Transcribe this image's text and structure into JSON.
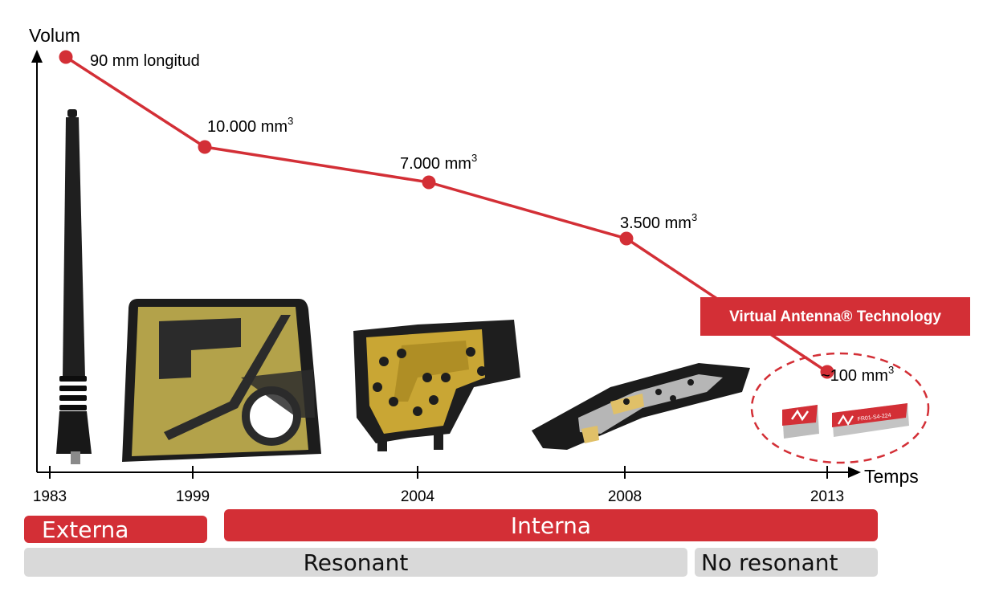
{
  "chart_data": {
    "type": "line",
    "xlabel": "Temps",
    "ylabel": "Volum",
    "x": [
      "1983",
      "1999",
      "2004",
      "2008",
      "2013"
    ],
    "points": [
      {
        "x": "1983",
        "label": "90 mm longitud",
        "sup": ""
      },
      {
        "x": "1999",
        "label": "10.000 mm",
        "sup": "3"
      },
      {
        "x": "2004",
        "label": "7.000 mm",
        "sup": "3"
      },
      {
        "x": "2008",
        "label": "3.500 mm",
        "sup": "3"
      },
      {
        "x": "2013",
        "label": "~100 mm",
        "sup": "3"
      }
    ],
    "y_scale": "qualitative (unlabelled axis, decreasing volume)",
    "annotation": "Virtual Antenna® Technology",
    "highlight": "2013 point circled with dashed ellipse",
    "line_color": "#d32f36"
  },
  "bands": {
    "row1": [
      {
        "label": "Externa",
        "color": "#d32f36",
        "from": "1983",
        "to": "1999"
      },
      {
        "label": "Interna",
        "color": "#d32f36",
        "from": "1999",
        "to": "2013"
      }
    ],
    "row2": [
      {
        "label": "Resonant",
        "color": "#d9d9d9",
        "from": "1983",
        "to": "2008"
      },
      {
        "label": "No resonant",
        "color": "#d9d9d9",
        "from": "2008",
        "to": "2013"
      }
    ]
  },
  "images": {
    "antenna_1983": "external whip antenna",
    "antenna_1999": "flat patch antenna",
    "antenna_2004": "gold internal antenna",
    "antenna_2008": "black internal antenna",
    "chip_text": "FR01-S4-224"
  }
}
